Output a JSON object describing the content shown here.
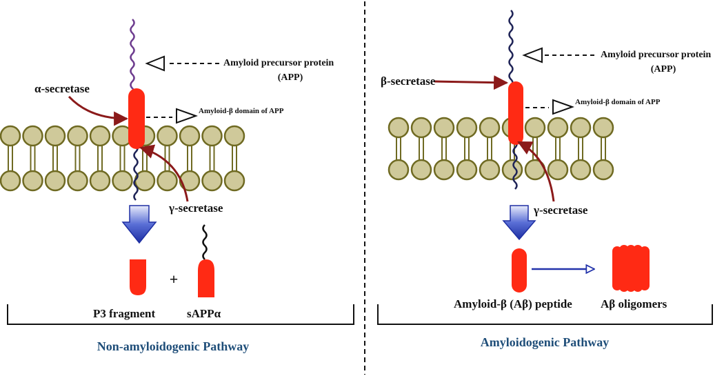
{
  "left": {
    "app_label": "Amyloid precursor protein",
    "app_abbr": "(APP)",
    "abeta_domain": "Amyloid-β domain of APP",
    "alpha_secretase": "α-secretase",
    "gamma_secretase": "γ-secretase",
    "p3_fragment": "P3 fragment",
    "plus": "+",
    "sapp_alpha": "sAPPα",
    "pathway_title": "Non-amyloidogenic Pathway"
  },
  "right": {
    "app_label": "Amyloid precursor protein",
    "app_abbr": "(APP)",
    "abeta_domain": "Amyloid-β domain of APP",
    "beta_secretase": "β-secretase",
    "gamma_secretase": "γ-secretase",
    "peptide": "Amyloid-β (Aβ) peptide",
    "oligomers": "Aβ oligomers",
    "pathway_title": "Amyloidogenic Pathway"
  },
  "colors": {
    "lipid_fill": "#cfc99a",
    "lipid_stroke": "#6f6a22",
    "fragment": "#ff2a14",
    "enzyme_arrow": "#8b1a1a",
    "flow_arrow": "#2233aa",
    "chain_left": "#6e3d8f",
    "chain_right": "#1f2457",
    "title": "#1f4e79"
  }
}
